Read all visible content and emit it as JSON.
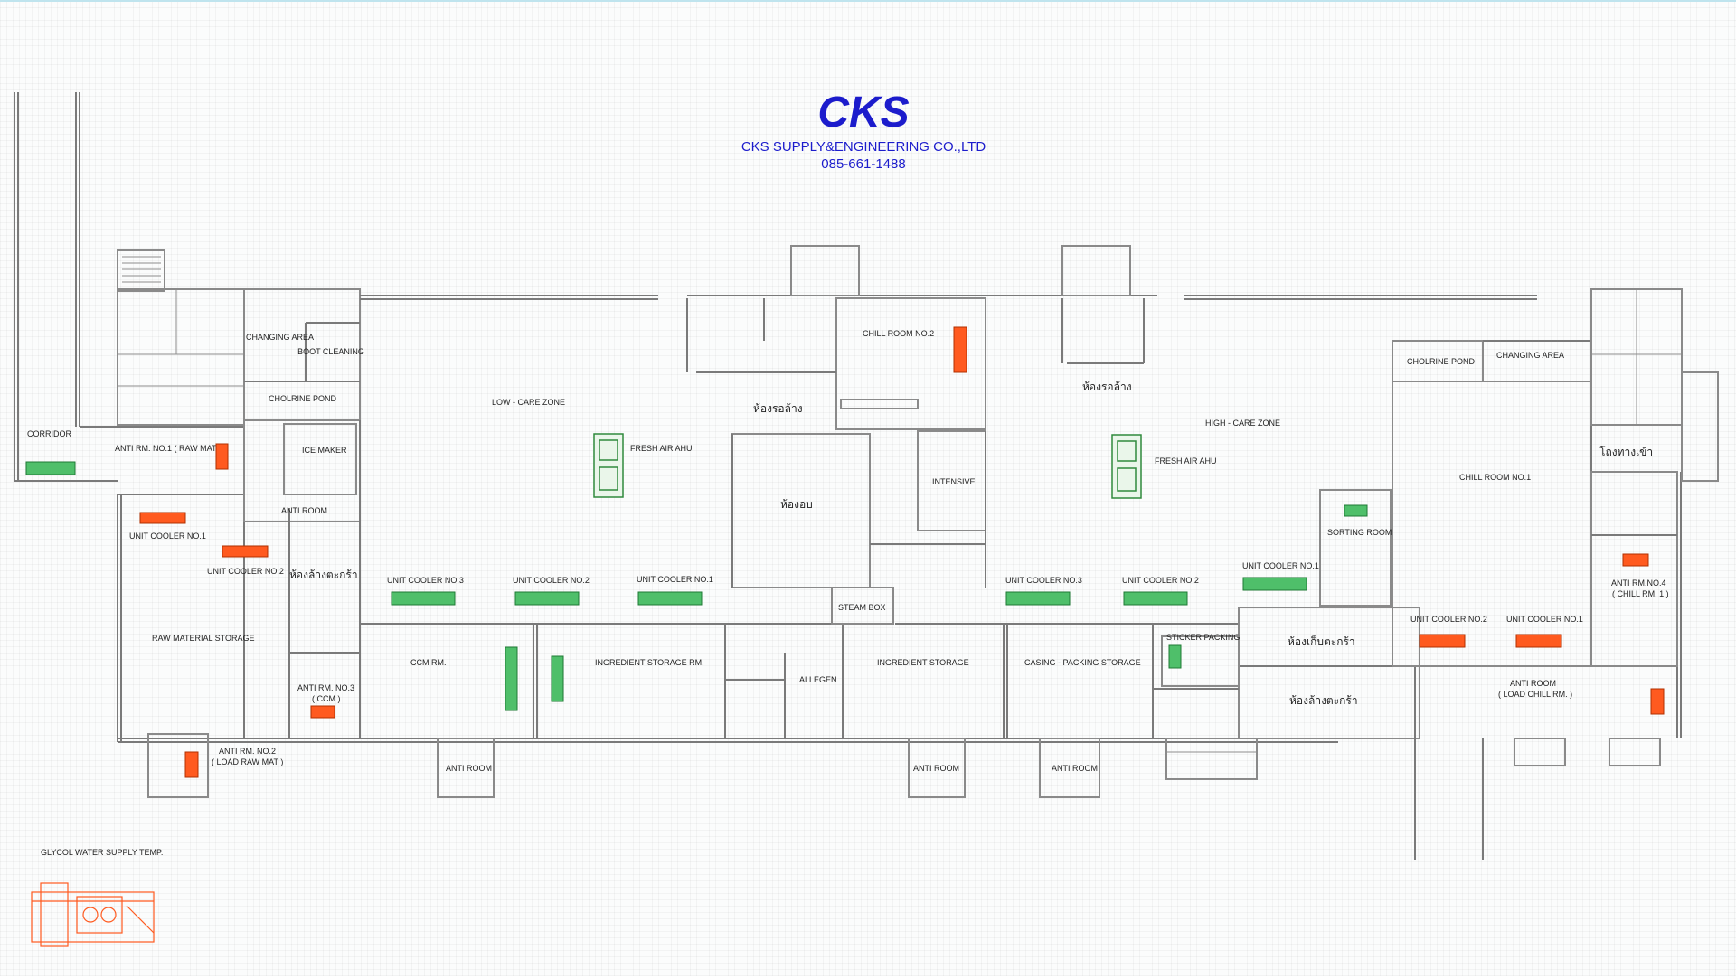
{
  "brand": {
    "logo_text": "CKS",
    "company": "CKS SUPPLY&ENGINEERING CO.,LTD",
    "phone": "085-661-1488",
    "color": "#1c1ccc"
  },
  "colors": {
    "cooler_unit": "#ff5a1f",
    "unit_cooler_green": "#4fbf6a",
    "ahu": "#2f8a3d",
    "wall": "#7a7a7a"
  },
  "rooms": {
    "corridor": "CORRIDOR",
    "changing_area_left": "CHANGING AREA",
    "boot_cleaning": "BOOT CLEANING",
    "chlorine_pond_left": "CHOLRINE POND",
    "anti_rm_1": "ANTI RM. NO.1 ( RAW MAT )",
    "ice_maker": "ICE MAKER",
    "anti_room_left": "ANTI ROOM",
    "unit_cooler_1_left": "UNIT COOLER NO.1",
    "unit_cooler_2_left": "UNIT COOLER NO.2",
    "raw_material_storage": "RAW MATERIAL STORAGE",
    "wash_basket_left": "ห้องล้างตะกร้า",
    "anti_rm_3": "ANTI RM. NO.3",
    "anti_rm_3_sub": "( CCM )",
    "anti_rm_2": "ANTI RM. NO.2",
    "anti_rm_2_sub": "( LOAD RAW MAT )",
    "low_care_zone": "LOW - CARE  ZONE",
    "fresh_air_ahu_left": "FRESH AIR  AHU",
    "waiting_wash_left": "ห้องรอล้าง",
    "bake_room": "ห้องอบ",
    "chill_room_2": "CHILL ROOM NO.2",
    "intensive": "INTENSIVE",
    "steam_box": "STEAM BOX",
    "uc3_low": "UNIT COOLER NO.3",
    "uc2_low": "UNIT COOLER NO.2",
    "uc1_low": "UNIT COOLER NO.1",
    "ccm_rm": "CCM  RM.",
    "ingredient_storage_rm": "INGREDIENT STORAGE RM.",
    "allegen": "ALLEGEN",
    "ingredient_storage": "INGREDIENT STORAGE",
    "casing_packing": "CASING - PACKING  STORAGE",
    "anti_room_b1": "ANTI ROOM",
    "anti_room_b2": "ANTI ROOM",
    "anti_room_b3": "ANTI ROOM",
    "waiting_wash_right": "ห้องรอล้าง",
    "high_care_zone": "HIGH - CARE  ZONE",
    "fresh_air_ahu_right": "FRESH AIR  AHU",
    "uc3_high": "UNIT COOLER NO.3",
    "uc2_high": "UNIT COOLER NO.2",
    "uc1_high": "UNIT COOLER NO.1",
    "sorting_room": "SORTING ROOM",
    "sticker_packing": "STICKER PACKING",
    "basket_store": "ห้องเก็บตะกร้า",
    "wash_basket_right": "ห้องล้างตะกร้า",
    "chlorine_pond_right": "CHOLRINE POND",
    "changing_area_right": "CHANGING AREA",
    "chill_room_1": "CHILL ROOM NO.1",
    "entrance_hall": "โถงทางเข้า",
    "anti_rm_4": "ANTI RM.NO.4",
    "anti_rm_4_sub": "( CHILL RM. 1 )",
    "uc2_chill": "UNIT COOLER NO.2",
    "uc1_chill": "UNIT COOLER NO.1",
    "anti_room_load": "ANTI ROOM",
    "anti_room_load_sub": "( LOAD CHILL RM. )"
  },
  "legend": {
    "glycol": "GLYCOL WATER SUPPLY TEMP."
  }
}
